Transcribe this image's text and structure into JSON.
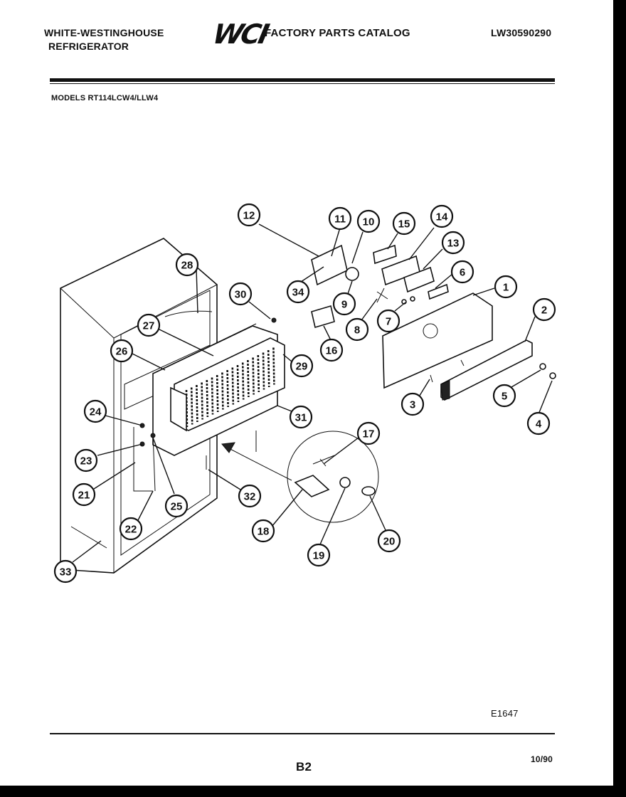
{
  "header": {
    "brand_line1": "WHITE-WESTINGHOUSE",
    "brand_line2": "REFRIGERATOR",
    "logo_text": "WCI",
    "catalog_title": "FACTORY PARTS CATALOG",
    "document_number": "LW30590290"
  },
  "models": "MODELS RT114LCW4/LLW4",
  "diagram": {
    "figure_code": "E1647",
    "callouts": [
      "1",
      "2",
      "3",
      "4",
      "5",
      "6",
      "7",
      "8",
      "9",
      "10",
      "11",
      "12",
      "13",
      "14",
      "15",
      "16",
      "17",
      "18",
      "19",
      "20",
      "21",
      "22",
      "23",
      "24",
      "25",
      "26",
      "27",
      "28",
      "29",
      "30",
      "31",
      "32",
      "33",
      "34"
    ]
  },
  "footer": {
    "page_number": "B2",
    "date": "10/90"
  }
}
